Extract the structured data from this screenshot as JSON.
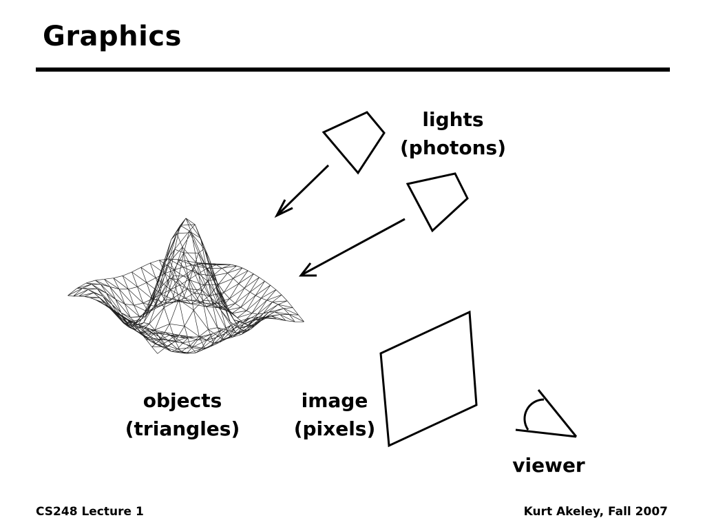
{
  "title": "Graphics",
  "labels": {
    "lights": [
      "lights",
      "(photons)"
    ],
    "objects": [
      "objects",
      "(triangles)"
    ],
    "image": [
      "image",
      "(pixels)"
    ],
    "viewer": "viewer"
  },
  "footer": {
    "left": "CS248 Lecture 1",
    "right": "Kurt Akeley, Fall 2007"
  }
}
